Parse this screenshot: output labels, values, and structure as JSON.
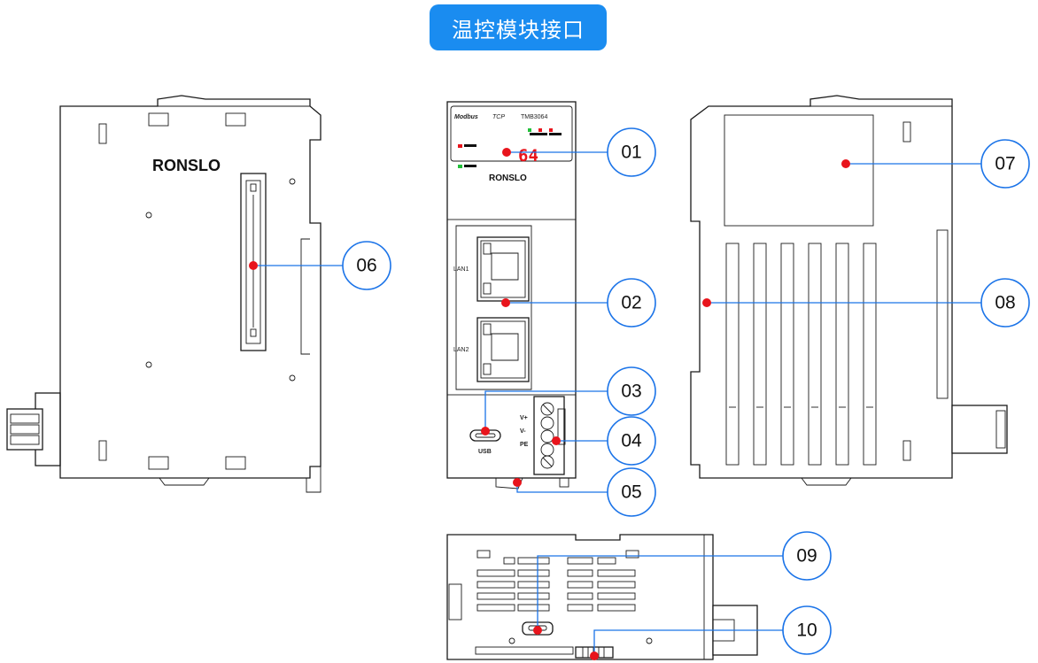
{
  "title": "温控模块接口",
  "device": {
    "protocol_label": "Modbus",
    "protocol_suffix": "TCP",
    "model": "TMB3064",
    "brand": "RONSLO",
    "display_value": "64",
    "lan1_label": "LAN1",
    "lan2_label": "LAN2",
    "usb_label": "USB",
    "terminal_labels": [
      "V+",
      "V-",
      "PE"
    ]
  },
  "callouts": [
    {
      "number": "01"
    },
    {
      "number": "02"
    },
    {
      "number": "03"
    },
    {
      "number": "04"
    },
    {
      "number": "05"
    },
    {
      "number": "06"
    },
    {
      "number": "07"
    },
    {
      "number": "08"
    },
    {
      "number": "09"
    },
    {
      "number": "10"
    }
  ],
  "colors": {
    "title_bg": "#1a8cf0",
    "leader_line": "#1a73e8",
    "marker": "#e8141c",
    "led_green": "#22c03a",
    "led_red": "#e8141c"
  }
}
